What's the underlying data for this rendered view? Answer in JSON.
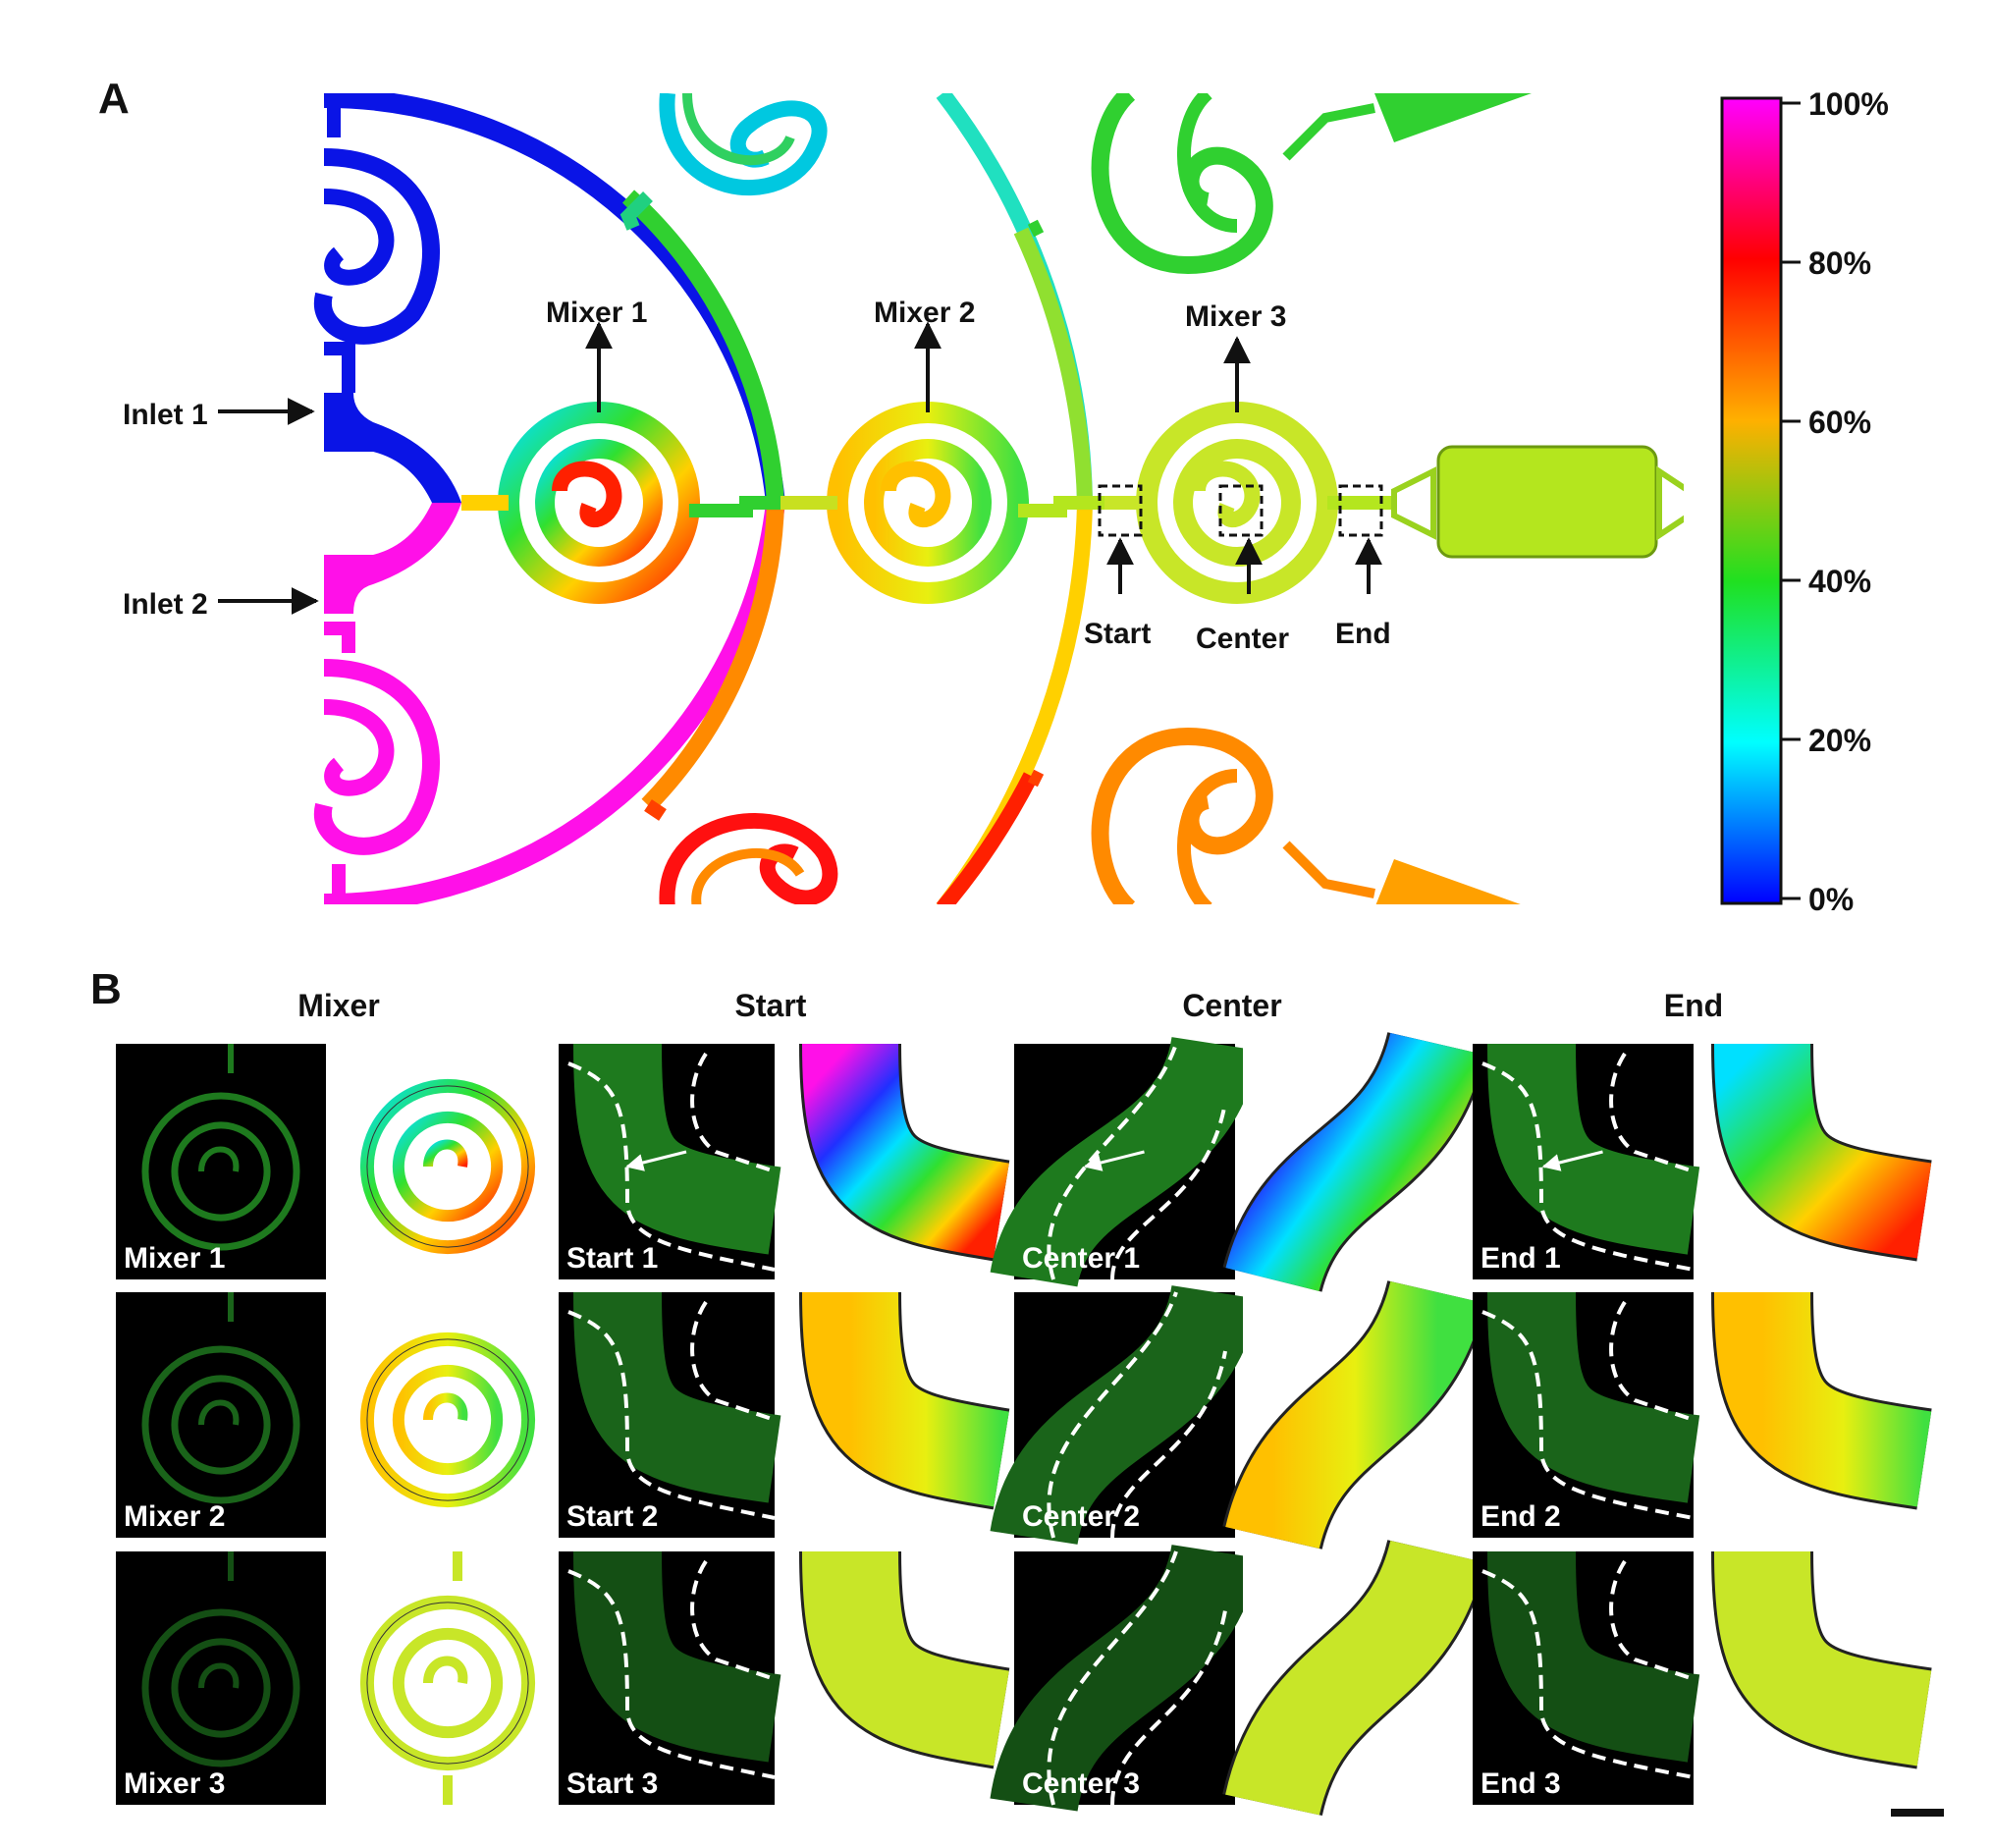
{
  "panel_a": {
    "letter": "A",
    "labels": {
      "inlet1": "Inlet 1",
      "inlet2": "Inlet 2",
      "mixer1": "Mixer 1",
      "mixer2": "Mixer 2",
      "mixer3": "Mixer 3",
      "start": "Start",
      "center": "Center",
      "end": "End"
    },
    "colorbar": {
      "ticks": [
        "100%",
        "80%",
        "60%",
        "40%",
        "20%",
        "0%"
      ],
      "colors": [
        "#ff00ff",
        "#ff0000",
        "#ffa000",
        "#ffff00",
        "#00ff00",
        "#00ffff",
        "#0000ff"
      ]
    },
    "colors": {
      "inlet1": "#0a14e6",
      "inlet2": "#ff10e8",
      "mix_a": "#3cd23c",
      "mix_b": "#ff8a00",
      "final": "#b4e61e",
      "yellow_green": "#c8e628"
    }
  },
  "panel_b": {
    "letter": "B",
    "column_headers": [
      "Mixer",
      "Start",
      "Center",
      "End"
    ],
    "rows": [
      [
        "Mixer 1",
        "Start 1",
        "Center 1",
        "End 1"
      ],
      [
        "Mixer 2",
        "Start 2",
        "Center 2",
        "End 2"
      ],
      [
        "Mixer 3",
        "Start 3",
        "Center 3",
        "End 3"
      ]
    ]
  }
}
